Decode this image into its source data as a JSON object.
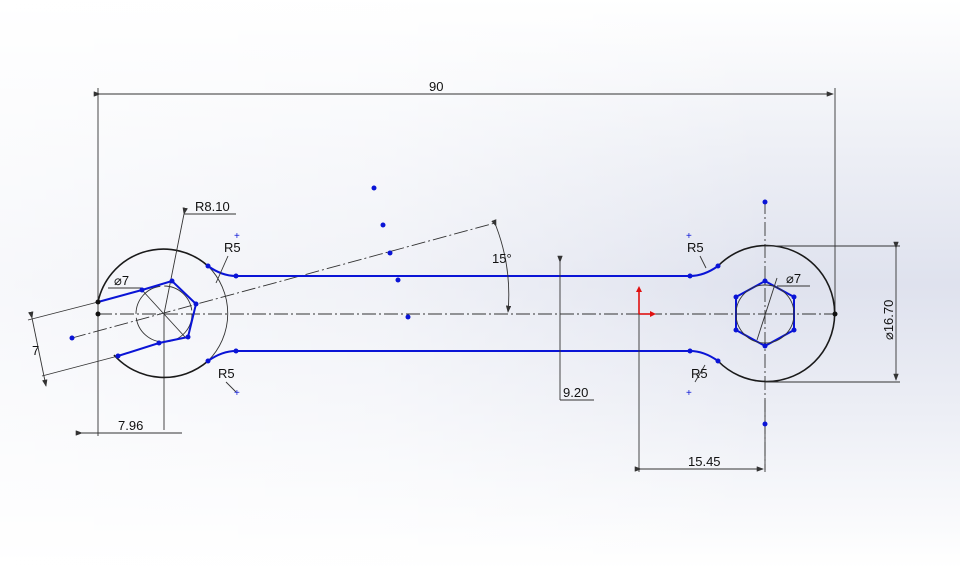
{
  "app": {
    "type": "CAD sketch view"
  },
  "colors": {
    "sketch_line": "#0a14d6",
    "geometry": "#1a1a1a",
    "origin_x": "#e01010",
    "origin_y": "#e01010"
  },
  "dimensions": {
    "overall_length": "90",
    "left_outer_radius": "R8.10",
    "left_fillet_top": "R5",
    "left_fillet_bottom": "R5",
    "left_hole_dia": "⌀7",
    "left_jaw_width": "7",
    "left_offset": "7.96",
    "handle_angle": "15°",
    "handle_width": "9.20",
    "right_fillet_top": "R5",
    "right_fillet_bottom": "R5",
    "right_hole_dia": "⌀7",
    "right_outer_dia": "⌀16.70",
    "right_offset": "15.45"
  },
  "origin": {
    "icon": "origin-axes-icon"
  }
}
